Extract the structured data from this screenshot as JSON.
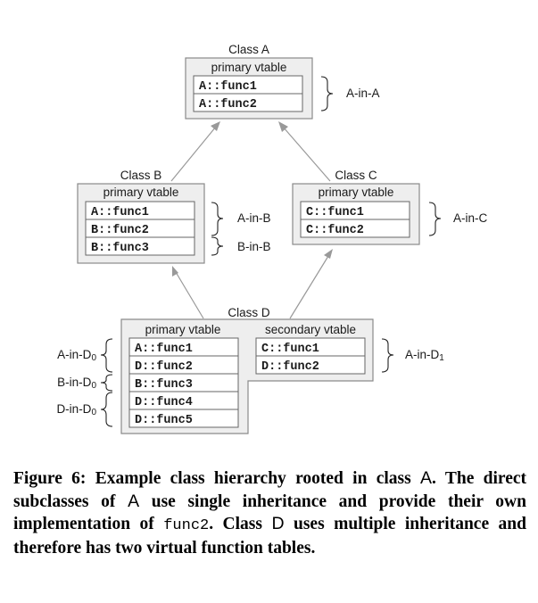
{
  "classA": {
    "title": "Class A",
    "vtable_label": "primary vtable",
    "entries": [
      "A::func1",
      "A::func2"
    ],
    "region": "A-in-A"
  },
  "classB": {
    "title": "Class B",
    "vtable_label": "primary vtable",
    "entries": [
      "A::func1",
      "B::func2",
      "B::func3"
    ],
    "regions": [
      "A-in-B",
      "B-in-B"
    ]
  },
  "classC": {
    "title": "Class C",
    "vtable_label": "primary vtable",
    "entries": [
      "C::func1",
      "C::func2"
    ],
    "region": "A-in-C"
  },
  "classD": {
    "title": "Class D",
    "primary_label": "primary vtable",
    "secondary_label": "secondary vtable",
    "primary_entries": [
      "A::func1",
      "D::func2",
      "B::func3",
      "D::func4",
      "D::func5"
    ],
    "secondary_entries": [
      "C::func1",
      "D::func2"
    ],
    "left_regions": [
      "A-in-D",
      "B-in-D",
      "D-in-D"
    ],
    "left_region_sub": "0",
    "right_region": "A-in-D",
    "right_region_sub": "1"
  },
  "caption": {
    "p1": "Figure 6: Example class hierarchy rooted in class ",
    "classA": "A",
    "p2": ". The direct subclasses of ",
    "classA2": "A",
    "p3": " use single inheritance and provide their own implementation of ",
    "func": "func2",
    "p4": ". Class ",
    "classD": "D",
    "p5": " uses multiple inheritance and therefore has two virtual function tables."
  }
}
